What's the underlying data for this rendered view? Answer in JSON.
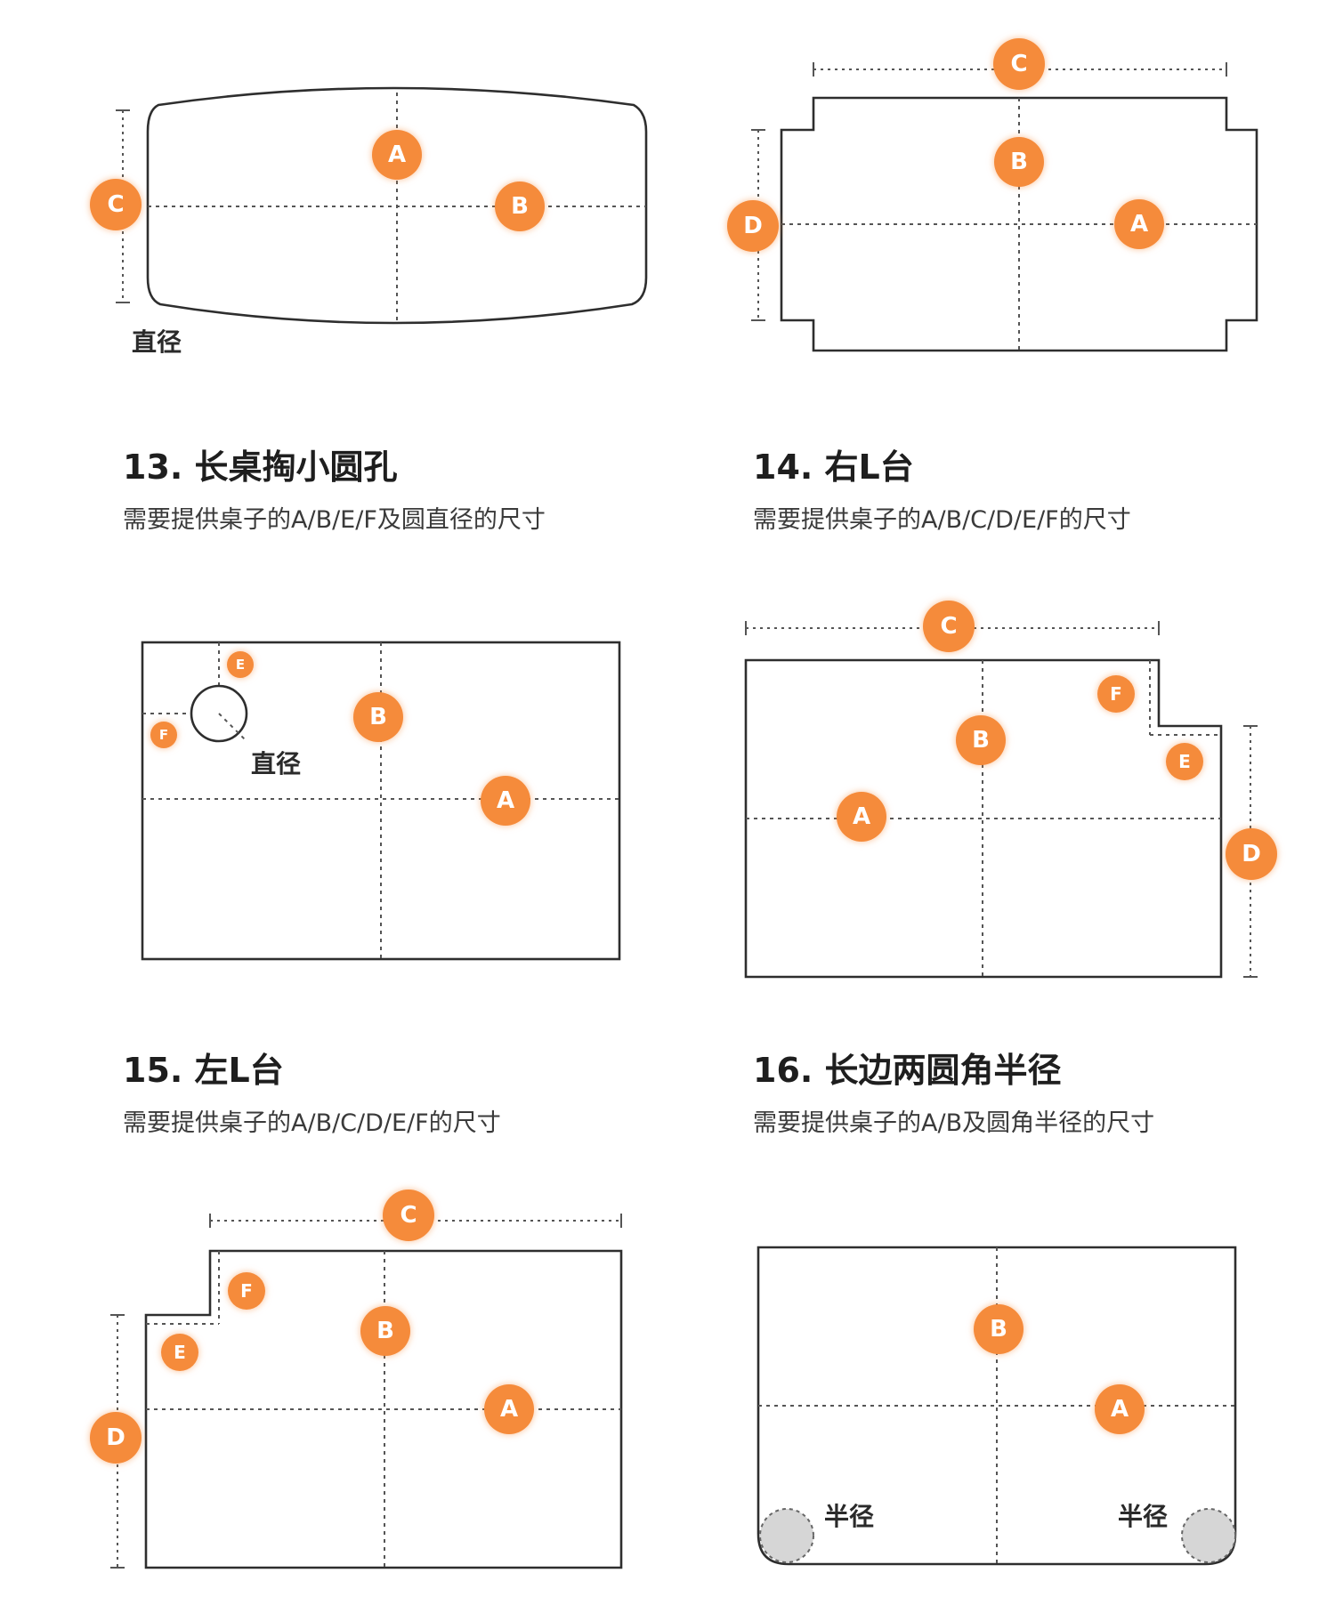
{
  "sections": [
    {
      "title": "13. 长桌掏小圆孔",
      "desc": "需要提供桌子的A/B/E/F及圆直径的尺寸"
    },
    {
      "title": "14. 右L台",
      "desc": "需要提供桌子的A/B/C/D/E/F的尺寸"
    },
    {
      "title": "15. 左L台",
      "desc": "需要提供桌子的A/B/C/D/E/F的尺寸"
    },
    {
      "title": "16. 长边两圆角半径",
      "desc": "需要提供桌子的A/B及圆角半径的尺寸"
    }
  ],
  "labels": {
    "A": "A",
    "B": "B",
    "C": "C",
    "D": "D",
    "E": "E",
    "F": "F",
    "diameter": "直径",
    "radius": "半径"
  },
  "colors": {
    "badge": "#f58b3b",
    "badge_text": "#ffffff",
    "outline": "#2e2e2e",
    "corner_fill": "#d6d6d6"
  }
}
